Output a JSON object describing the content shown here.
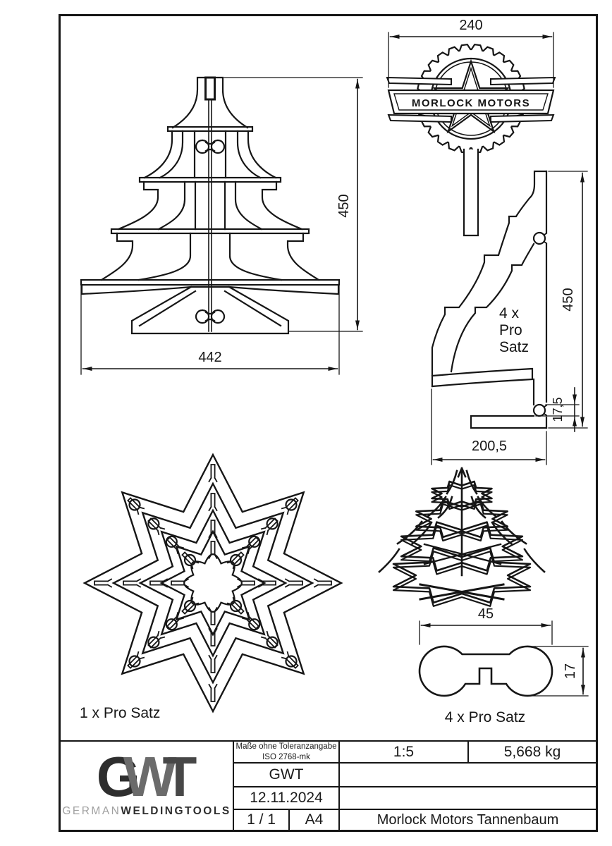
{
  "colors": {
    "line": "#161616",
    "paper": "#ffffff"
  },
  "views": {
    "front": {
      "dim_width": "442",
      "dim_height": "450"
    },
    "topper": {
      "dim_width": "240",
      "logo_text": "MORLOCK MOTORS"
    },
    "side": {
      "dim_height": "450",
      "dim_notch": "17,5",
      "dim_width": "200,5",
      "qty1": "4 x",
      "qty2": "Pro",
      "qty3": "Satz"
    },
    "star": {
      "qty_label": "1 x Pro Satz"
    },
    "connector": {
      "dim_width": "45",
      "dim_height": "17",
      "qty_label": "4 x Pro Satz"
    }
  },
  "title_block": {
    "tolerance_line1": "Maße ohne Toleranzangabe",
    "tolerance_line2": "ISO 2768-mk",
    "scale": "1:5",
    "weight": "5,668 kg",
    "company": "GWT",
    "date": "12.11.2024",
    "sheet": "1 / 1",
    "format": "A4",
    "title": "Morlock Motors Tannenbaum",
    "logo": {
      "g": "G",
      "w": "W",
      "t": "T",
      "sub_light": "GERMAN",
      "sub_bold": "WELDINGTOOLS"
    }
  }
}
